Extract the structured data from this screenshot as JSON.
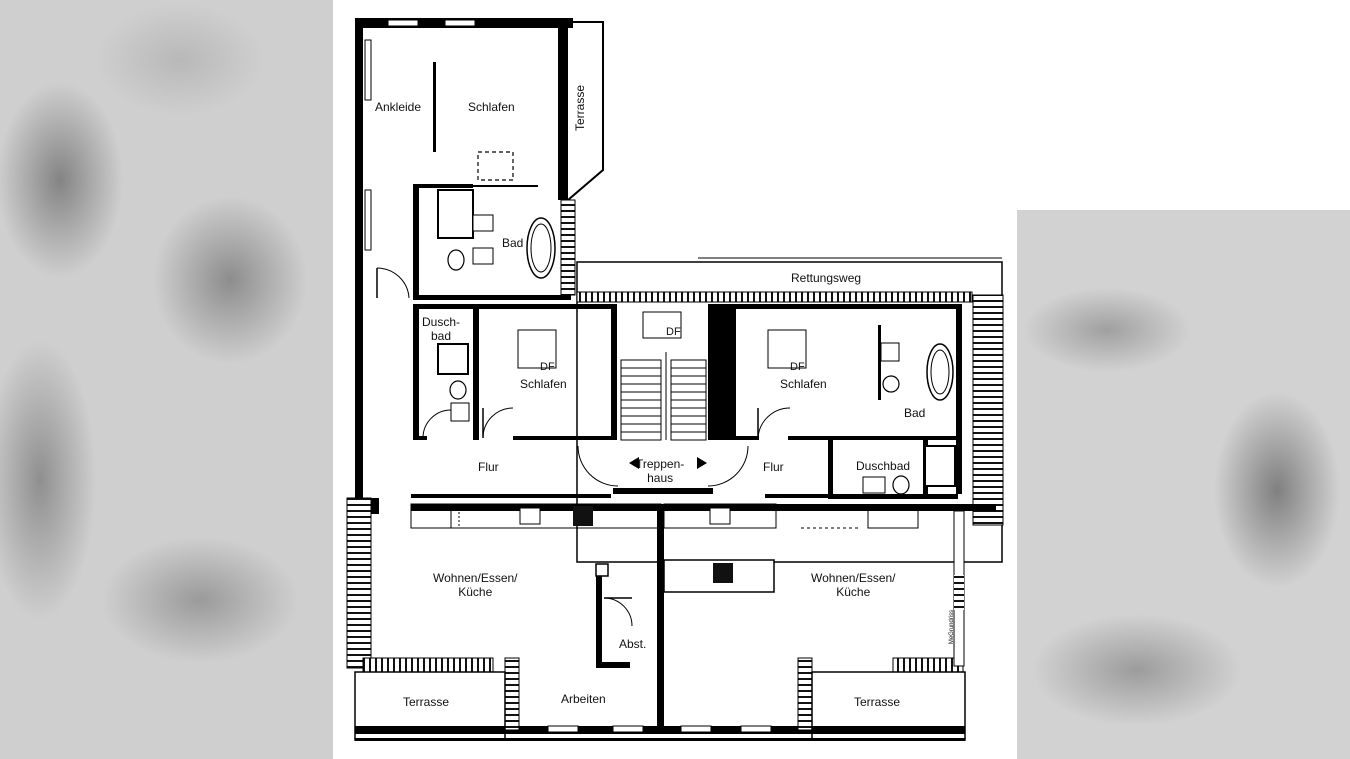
{
  "rooms": {
    "ankleide": "Ankleide",
    "schlafen_top": "Schlafen",
    "terrasse_top": "Terrasse",
    "bad_top": "Bad",
    "rettungsweg": "Rettungsweg",
    "duschbad_left_1": "Dusch-",
    "duschbad_left_2": "bad",
    "schlafen_left": "Schlafen",
    "df_left": "DF",
    "df_stair": "DF",
    "df_right": "DF",
    "schlafen_right": "Schlafen",
    "bad_right": "Bad",
    "flur_left": "Flur",
    "treppenhaus_1": "Treppen-",
    "treppenhaus_2": "haus",
    "flur_right": "Flur",
    "duschbad_right": "Duschbad",
    "wohnen_left_1": "Wohnen/Essen/",
    "wohnen_left_2": "Küche",
    "wohnen_right_1": "Wohnen/Essen/",
    "wohnen_right_2": "Küche",
    "abst": "Abst.",
    "terrasse_bl": "Terrasse",
    "arbeiten": "Arbeiten",
    "terrasse_br": "Terrasse",
    "credit": "MeGrundriss"
  }
}
